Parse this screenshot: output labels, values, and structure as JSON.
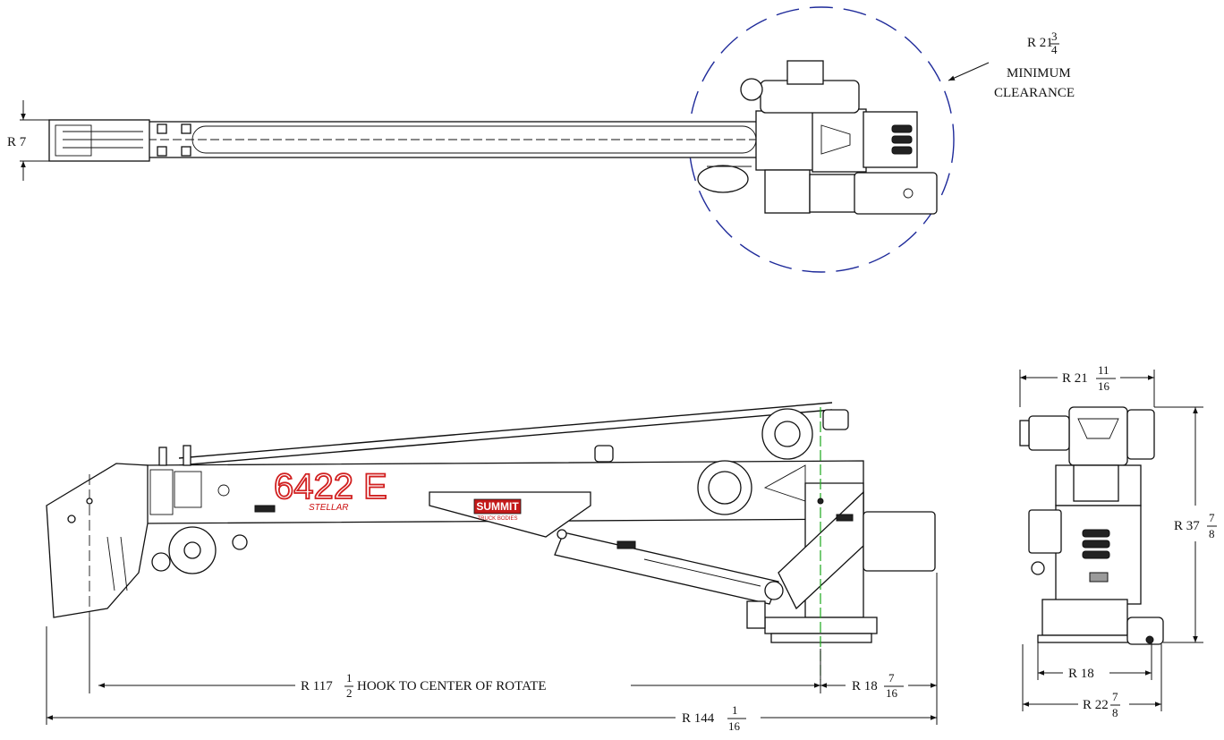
{
  "dimensions": {
    "top_clearance": {
      "whole": "R 21",
      "num": "3",
      "den": "4",
      "line1": "MINIMUM",
      "line2": "CLEARANCE"
    },
    "top_width": {
      "label": "R 7"
    },
    "hook_to_center": {
      "whole": "R 117",
      "num": "1",
      "den": "2",
      "suffix": "HOOK TO CENTER OF ROTATE"
    },
    "rear_offset": {
      "whole": "R 18",
      "num": "7",
      "den": "16"
    },
    "overall_length": {
      "whole": "R 144",
      "num": "1",
      "den": "16"
    },
    "end_top_width": {
      "whole": "R 21",
      "num": "11",
      "den": "16"
    },
    "end_height": {
      "whole": "R 37",
      "num": "7",
      "den": "8"
    },
    "end_base_inner": {
      "label": "R 18"
    },
    "end_base_outer": {
      "whole": "R 22",
      "num": "7",
      "den": "8"
    }
  },
  "labels": {
    "model": "6422 E",
    "brand": "SUMMIT",
    "brand_sub": "TRUCK BODIES",
    "maker": "STELLAR"
  }
}
